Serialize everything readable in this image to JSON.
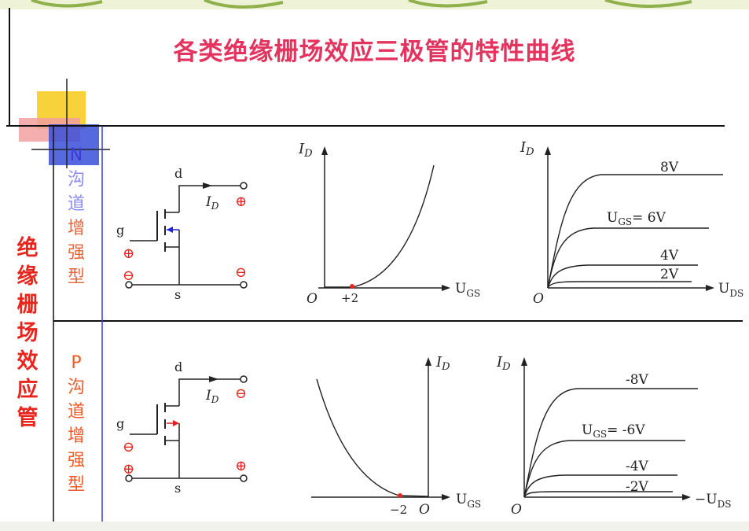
{
  "title": "各类绝缘栅场效应三极管的特性曲线",
  "side_label": [
    "绝",
    "缘",
    "栅",
    "场",
    "效",
    "应",
    "管"
  ],
  "rows": {
    "n": {
      "type_label": [
        "N",
        "沟",
        "道",
        "增",
        "强",
        "型"
      ],
      "type_colors": [
        "#3a3ad8",
        "#8a8af0",
        "#8a8af0",
        "#e06a40",
        "#e06a40",
        "#e06a40"
      ],
      "circuit": {
        "drain": "d",
        "gate": "g",
        "source": "s",
        "current": "I",
        "current_sub": "D",
        "top_sign": "⊕",
        "gate_sign": "⊕",
        "source_sign": "⊖",
        "right_sign": "⊖",
        "arrow_color": "#2020e0"
      },
      "transfer": {
        "y_label": "I",
        "y_sub": "D",
        "x_label": "U",
        "x_sub": "GS",
        "origin": "O",
        "threshold_label": "+2"
      },
      "output": {
        "y_label": "I",
        "y_sub": "D",
        "x_label": "U",
        "x_sub": "DS",
        "origin": "O",
        "curve_labels": [
          "8V",
          "U",
          "= 6V",
          "4V",
          "2V"
        ],
        "ugs_sub": "GS"
      }
    },
    "p": {
      "type_label": [
        "P",
        "沟",
        "道",
        "增",
        "强",
        "型"
      ],
      "circuit": {
        "drain": "d",
        "gate": "g",
        "source": "s",
        "current": "I",
        "current_sub": "D",
        "top_sign": "⊖",
        "gate_sign": "⊖",
        "source_sign": "⊕",
        "right_sign": "⊕",
        "arrow_color": "#e02020"
      },
      "transfer": {
        "y_label": "I",
        "y_sub": "D",
        "x_label": "U",
        "x_sub": "GS",
        "origin": "O",
        "threshold_label": "−2"
      },
      "output": {
        "y_label": "I",
        "y_sub": "D",
        "x_label": "−U",
        "x_sub": "DS",
        "origin": "O",
        "curve_labels": [
          "-8V",
          "U",
          "= -6V",
          "-4V",
          "-2V"
        ],
        "ugs_sub": "GS"
      }
    }
  },
  "colors": {
    "title": "#e3345f",
    "side_label": "#e8251c",
    "sign": "#e8251c",
    "p_label": "#f05a28",
    "divider_blue": "#3a3ad8",
    "marker": "#e8251c"
  }
}
